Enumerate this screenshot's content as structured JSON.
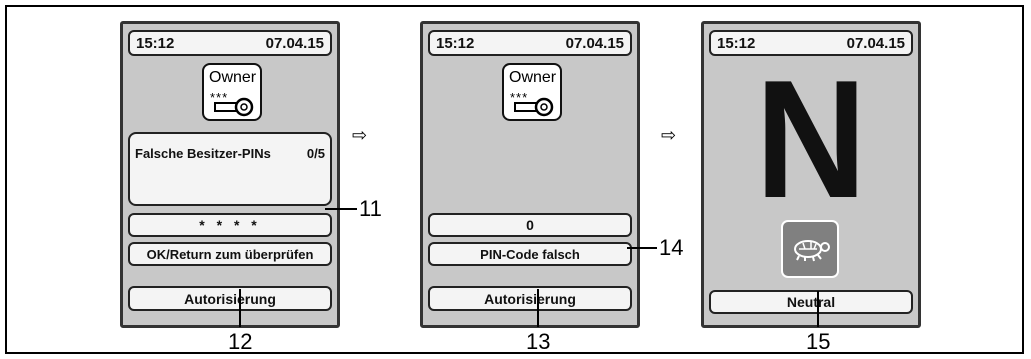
{
  "screens": [
    {
      "time": "15:12",
      "date": "07.04.15",
      "owner_label": "Owner",
      "owner_stars": "***",
      "message_title": "Falsche Besitzer-PINs",
      "message_count": "0/5",
      "pin_entry": "* * * *",
      "hint": "OK/Return zum überprüfen",
      "footer": "Autorisierung"
    },
    {
      "time": "15:12",
      "date": "07.04.15",
      "owner_label": "Owner",
      "owner_stars": "***",
      "pin_entry": "0",
      "hint": "PIN-Code falsch",
      "footer": "Autorisierung"
    },
    {
      "time": "15:12",
      "date": "07.04.15",
      "gear": "N",
      "mode_icon": "turtle-icon",
      "footer": "Neutral"
    }
  ],
  "arrows": [
    "⇨",
    "⇨"
  ],
  "callouts": {
    "c11": "11",
    "c12": "12",
    "c13": "13",
    "c14": "14",
    "c15": "15"
  }
}
